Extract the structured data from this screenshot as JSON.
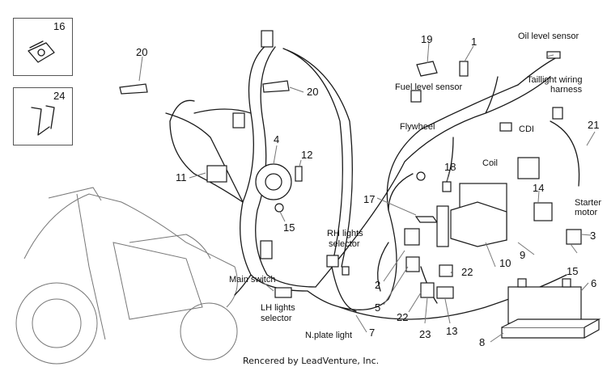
{
  "callouts": [
    "16",
    "24",
    "20",
    "20",
    "19",
    "1",
    "4",
    "12",
    "11",
    "15",
    "18",
    "17",
    "14",
    "21",
    "3",
    "9",
    "10",
    "22",
    "2",
    "5",
    "22",
    "23",
    "13",
    "6",
    "8",
    "7",
    "15"
  ],
  "labels": {
    "oil_level_sensor": "Oil level sensor",
    "fuel_level_sensor": "Fuel level sensor",
    "taillight_wiring_harness_1": "Taillight wiring",
    "taillight_wiring_harness_2": "harness",
    "flywheel": "Flywheel",
    "cdi": "CDI",
    "coil": "Coil",
    "starter_motor_1": "Starter",
    "starter_motor_2": "motor",
    "rh_lights_selector_1": "RH lights",
    "rh_lights_selector_2": "selector",
    "main_switch": "Main switch",
    "lh_lights_selector_1": "LH lights",
    "lh_lights_selector_2": "selector",
    "nplate_light": "N.plate light"
  },
  "credit": "Rencered by LeadVenture, Inc."
}
